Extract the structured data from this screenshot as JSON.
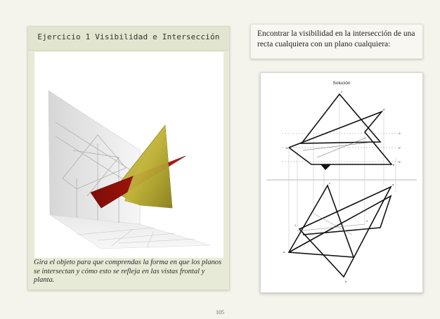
{
  "left_panel": {
    "title": "Ejercicio 1 Visibilidad e Intersección",
    "caption": "Gira el objeto para que comprendas la forma en que los planos se intersectan y cómo esto se refleja en las vistas frontal y planta."
  },
  "right_panel": {
    "heading": "Encontrar la visibilidad en la intersección de una recta cualquiera con un plano cualquiera:",
    "solution_title": "Solución"
  },
  "page_number": "105",
  "colors": {
    "page_background": "#f4f3ec",
    "card_background": "#e7ead6",
    "plane_yellow": "#bfb23a",
    "plane_red": "#b3170e"
  },
  "icons": [
    "3d-model-viewer",
    "solution-diagram"
  ]
}
